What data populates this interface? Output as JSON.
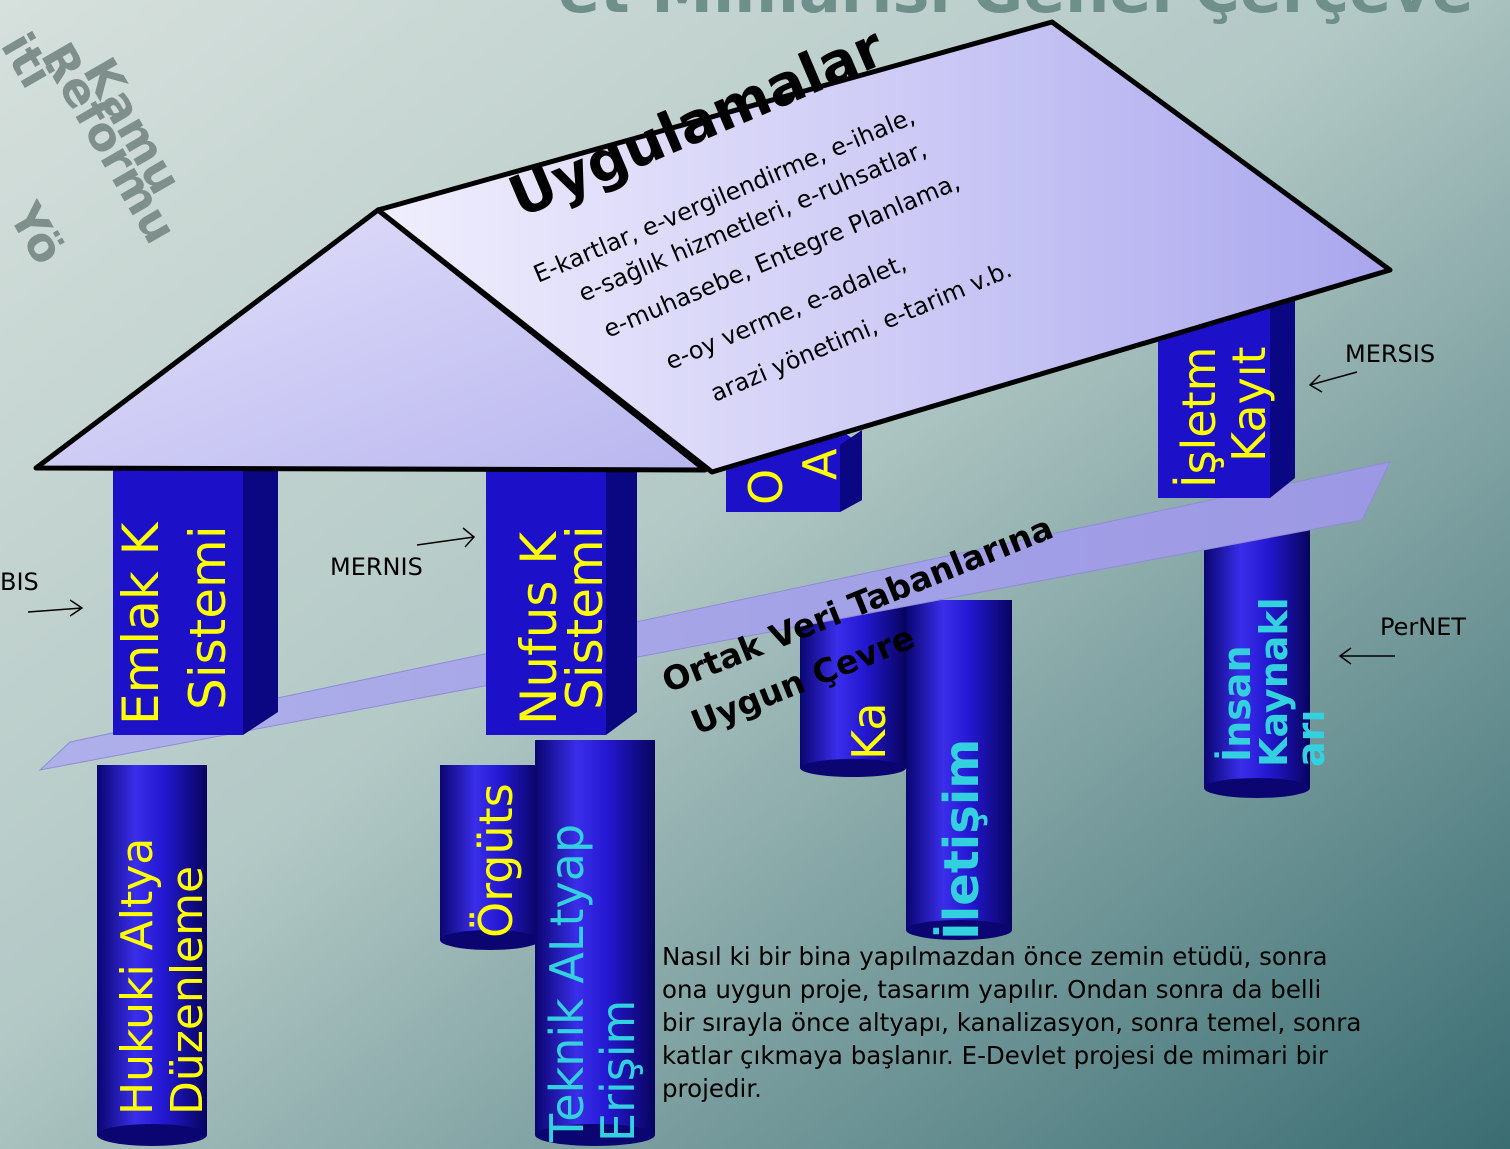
{
  "header": {
    "title_fragment": "et Mimarisi Genel Çerçeve",
    "side_text": [
      "Kamu",
      "Reformu",
      "Yö",
      "iti"
    ]
  },
  "roof": {
    "title": "Uygulamalar",
    "lines": [
      "E-kartlar, e-vergilendirme, e-ihale,",
      "e-sağlık hizmetleri, e-ruhsatlar,",
      "e-muhasebe, Entegre Planlama,",
      "e-oy verme, e-adalet,",
      "arazi yönetimi, e-tarim v.b."
    ]
  },
  "platform": {
    "line1": "Ortak Veri Tabanlarına",
    "line2": "Uygun Çevre"
  },
  "upper_pillars": {
    "emlak": [
      "Emlak K",
      "Sistemi"
    ],
    "nufus": [
      "Nufus K",
      "Sistemi"
    ],
    "middle": [
      "O",
      "A"
    ],
    "isletme": [
      "İşletm",
      "Kayıt"
    ]
  },
  "lower_pillars": {
    "hukuki": [
      "Hukuki Altya",
      "Düzenleme"
    ],
    "orgut": "Örgüts",
    "teknik": [
      "Teknik ALtyap",
      "Erişim"
    ],
    "ka": "Ka",
    "iletisim": "İletişim",
    "insan": [
      "İnsan",
      "Kaynakl",
      "arı"
    ]
  },
  "labels": {
    "tapus": "BIS",
    "mernis": "MERNIS",
    "mersis": "MERSIS",
    "pernet": "PerNET"
  },
  "paragraph": "Nasıl ki bir bina yapılmazdan önce zemin etüdü, sonra\nona uygun proje, tasarım yapılır. Ondan sonra da belli\nbir sırayla önce altyapı, kanalizasyon, sonra temel, sonra\nkatlar çıkmaya başlanır. E-Devlet projesi de mimari bir\nprojedir.",
  "colors": {
    "background_light": "#c5d4cf",
    "background_dark": "#3d6f73",
    "pillar_blue": "#1c10c8",
    "pillar_text_yellow": "#ffff00",
    "pillar_text_cyan": "#33d0e0",
    "roof_fill": "#c8c6f5",
    "platform_fill": "#a8a6e6"
  }
}
